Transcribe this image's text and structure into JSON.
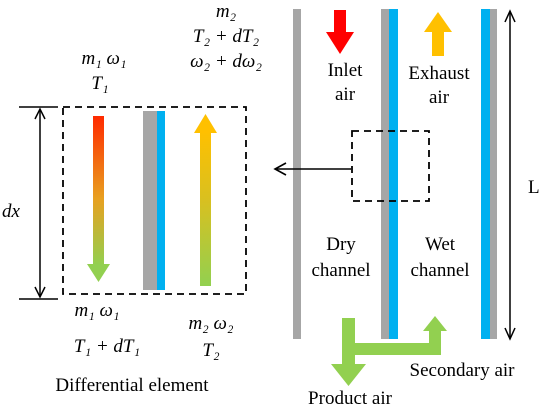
{
  "colors": {
    "wall_gray": "#a6a6a6",
    "wall_blue": "#00b0f0",
    "inlet_red": "#ff0000",
    "exhaust_orange": "#ffc000",
    "product_green": "#92d050",
    "dashed": "#000000"
  },
  "element": {
    "top_left": {
      "l1": "m₁  ω₁",
      "l2": "T₁"
    },
    "top_right": {
      "l1": "m₂",
      "l2": "T₂ + dT₂",
      "l3": "ω₂ + dω₂"
    },
    "bottom_left": {
      "l1": "m₁  ω₁",
      "l2": "T₁ + dT₁"
    },
    "bottom_right": {
      "l1": "m₂  ω₂",
      "l2": "T₂"
    },
    "height_label": "dx",
    "caption": "Differential element"
  },
  "channels": {
    "inlet": [
      "Inlet",
      "air"
    ],
    "exhaust": [
      "Exhaust",
      "air"
    ],
    "dry": [
      "Dry",
      "channel"
    ],
    "wet": [
      "Wet",
      "channel"
    ],
    "length_label": "L",
    "product": "Product air",
    "secondary": "Secondary air"
  }
}
